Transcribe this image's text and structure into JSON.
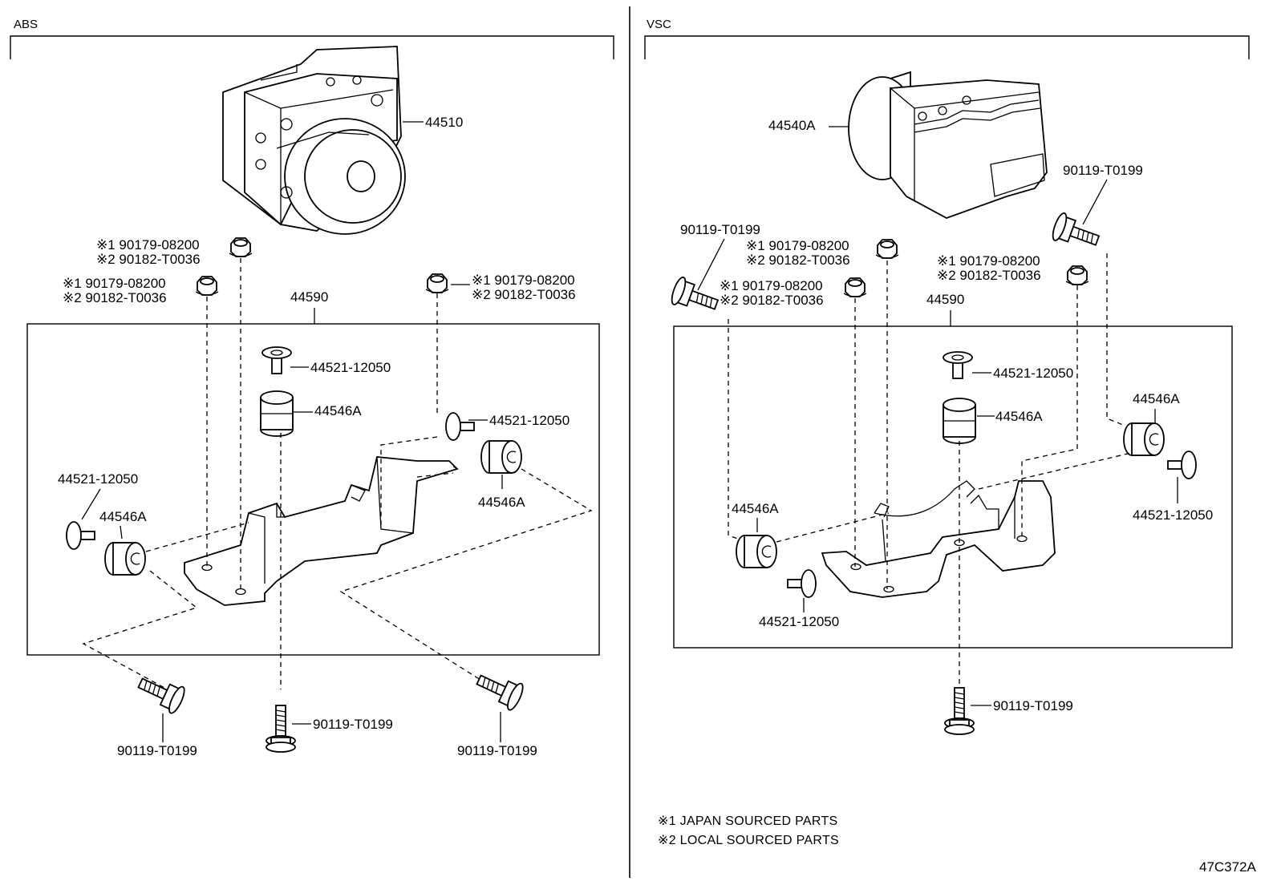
{
  "sections": {
    "abs": "ABS",
    "vsc": "VSC"
  },
  "abs": {
    "actuator": "44510",
    "bracket": "44590",
    "nut_upper_1": "※1 90179-08200",
    "nut_upper_2": "※2 90182-T0036",
    "nut_mid_1": "※1 90179-08200",
    "nut_mid_2": "※2 90182-T0036",
    "nut_right_1": "※1 90179-08200",
    "nut_right_2": "※2 90182-T0036",
    "collar_top": "44521-12050",
    "cushion_top": "44546A",
    "collar_right": "44521-12050",
    "cushion_right": "44546A",
    "collar_left": "44521-12050",
    "cushion_left": "44546A",
    "bolt_left": "90119-T0199",
    "bolt_center": "90119-T0199",
    "bolt_right": "90119-T0199"
  },
  "vsc": {
    "actuator": "44540A",
    "bracket": "44590",
    "bolt_right_top": "90119-T0199",
    "bolt_left_top": "90119-T0199",
    "nut_a_1": "※1 90179-08200",
    "nut_a_2": "※2 90182-T0036",
    "nut_b_1": "※1 90179-08200",
    "nut_b_2": "※2 90182-T0036",
    "nut_c_1": "※1 90179-08200",
    "nut_c_2": "※2 90182-T0036",
    "collar_top": "44521-12050",
    "cushion_top": "44546A",
    "cushion_right": "44546A",
    "collar_right": "44521-12050",
    "cushion_left": "44546A",
    "collar_left": "44521-12050",
    "bolt_bottom": "90119-T0199"
  },
  "notes": {
    "note1": "※1 JAPAN SOURCED PARTS",
    "note2": "※2 LOCAL SOURCED PARTS"
  },
  "figure_code": "47C372A"
}
